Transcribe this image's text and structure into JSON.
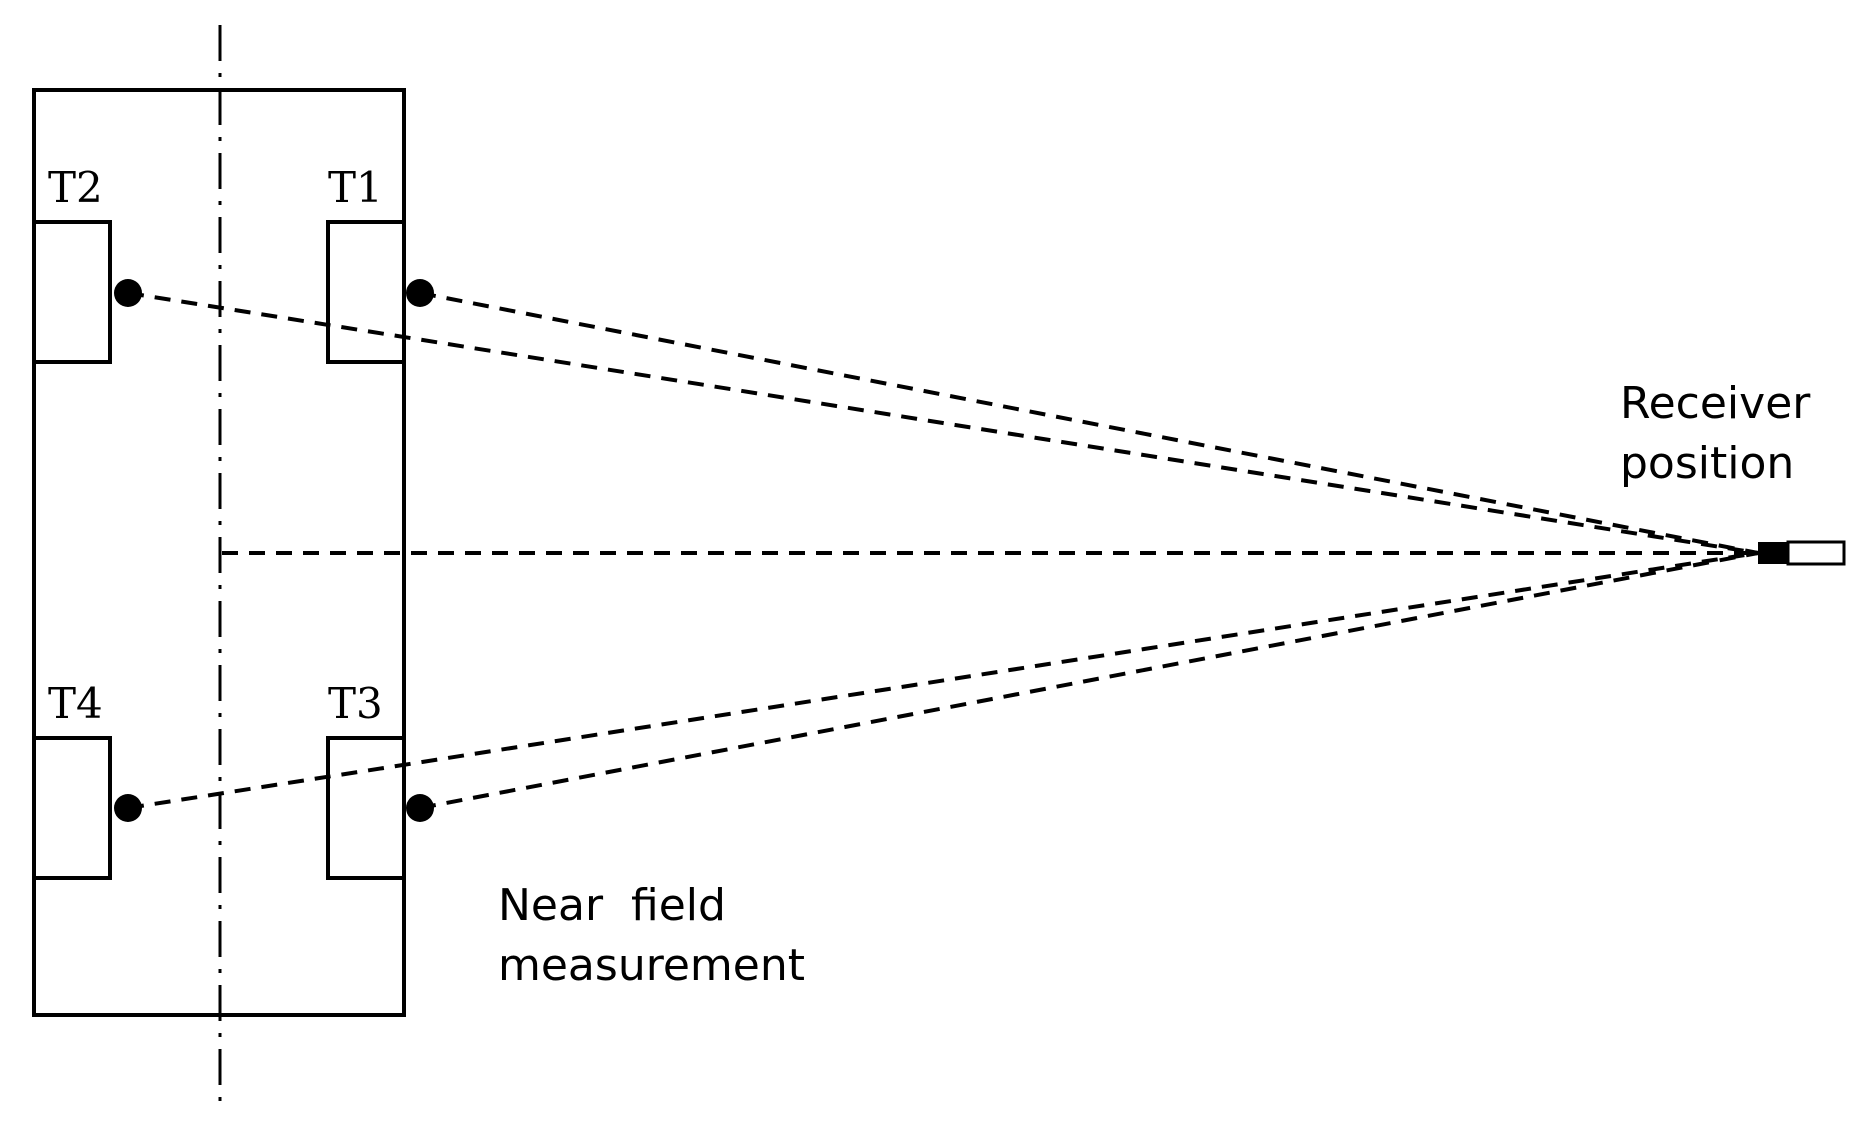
{
  "tires": {
    "t1": "T1",
    "t2": "T2",
    "t3": "T3",
    "t4": "T4"
  },
  "labels": {
    "receiver_line1": "Receiver",
    "receiver_line2": "position",
    "near_line1": "Near  field",
    "near_line2": "measurement"
  }
}
